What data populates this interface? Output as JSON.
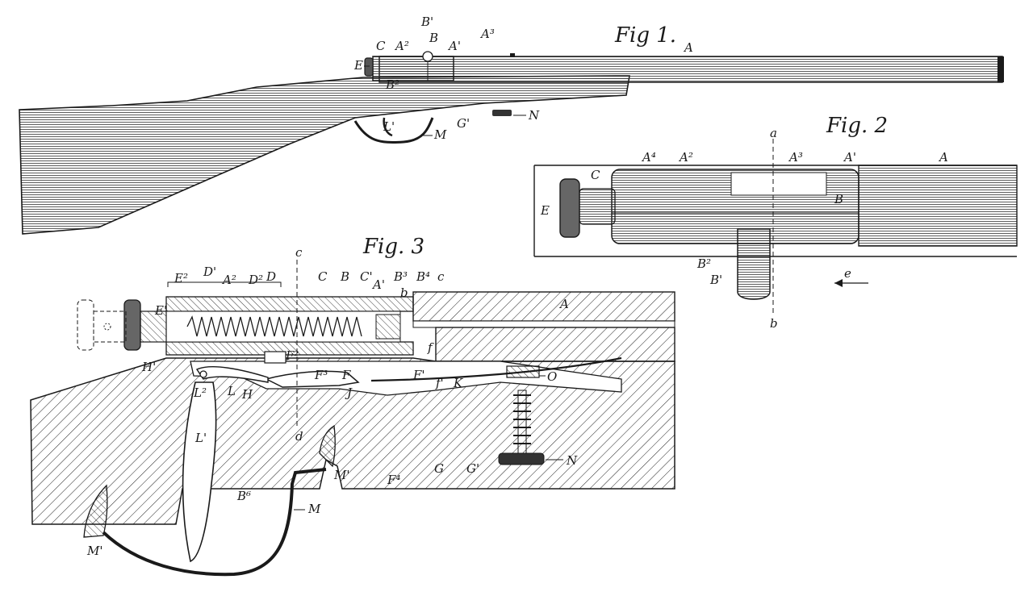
{
  "figures": {
    "fig1": {
      "title": "Fig 1.",
      "labels": {
        "E": "E",
        "C": "C",
        "A2": "A²",
        "B": "B",
        "B1": "B'",
        "A1": "A'",
        "A3": "A³",
        "A": "A",
        "B2": "B²",
        "L1": "L'",
        "M": "M",
        "G1": "G'",
        "N": "N"
      }
    },
    "fig2": {
      "title": "Fig. 2",
      "labels": {
        "a": "a",
        "A4": "A⁴",
        "A2": "A²",
        "A3": "A³",
        "A1": "A'",
        "A": "A",
        "C": "C",
        "E": "E",
        "B": "B",
        "B2": "B²",
        "B1": "B'",
        "b": "b",
        "e": "e"
      }
    },
    "fig3": {
      "title": "Fig. 3",
      "labels": {
        "A": "A",
        "c_top": "c",
        "E2": "E²",
        "D1": "D'",
        "A2": "A²",
        "D2": "D²",
        "D": "D",
        "C": "C",
        "B": "B",
        "C1": "C'",
        "A1": "A'",
        "B3": "B³",
        "B4": "B⁴",
        "c_right": "c",
        "b": "b",
        "E1": "E'",
        "H1": "H'",
        "F2": "F²",
        "F3": "F³",
        "F": "F",
        "f": "f",
        "F1": "F'",
        "f1": "f'",
        "K": "K",
        "O": "O",
        "J": "J",
        "L2": "L²",
        "L": "L",
        "H": "H",
        "d": "d",
        "L1": "L'",
        "B6": "B⁶",
        "F4": "F⁴",
        "G": "G",
        "G1": "G'",
        "N": "N",
        "M1_right": "M'",
        "M": "M",
        "M1_left": "M'"
      }
    }
  }
}
